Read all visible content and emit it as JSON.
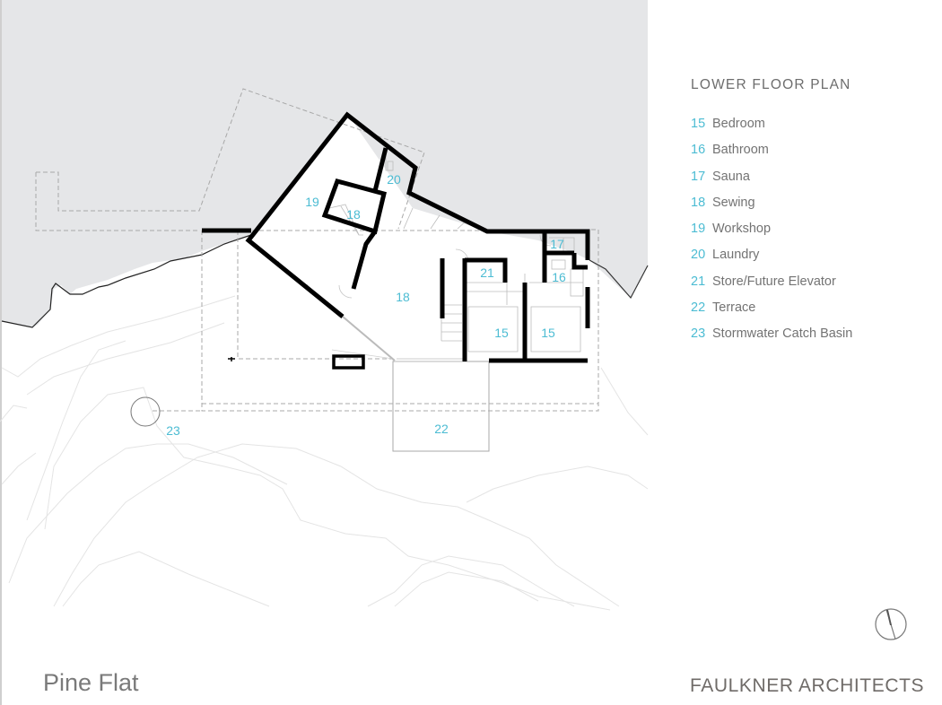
{
  "drawing": {
    "title": "LOWER FLOOR PLAN",
    "project": "Pine Flat",
    "firm": "FAULKNER ARCHITECTS",
    "colors": {
      "label_accent": "#4cbcd3",
      "legend_text": "#737373",
      "ground_fill": "#e5e6e8",
      "wall": "#000000",
      "dashed_outline": "#a8a8a8",
      "contour": "#e2e2e2"
    }
  },
  "legend": {
    "items": [
      {
        "num": "15",
        "name": "Bedroom"
      },
      {
        "num": "16",
        "name": "Bathroom"
      },
      {
        "num": "17",
        "name": "Sauna"
      },
      {
        "num": "18",
        "name": "Sewing"
      },
      {
        "num": "19",
        "name": "Workshop"
      },
      {
        "num": "20",
        "name": "Laundry"
      },
      {
        "num": "21",
        "name": "Store/Future Elevator"
      },
      {
        "num": "22",
        "name": "Terrace"
      },
      {
        "num": "23",
        "name": "Stormwater Catch Basin"
      }
    ]
  },
  "plan_labels": {
    "workshop": "19",
    "sewing_small": "18",
    "laundry": "20",
    "sewing_main": "18",
    "store": "21",
    "sauna": "17",
    "bathroom": "16",
    "bedroom_a": "15",
    "bedroom_b": "15",
    "terrace": "22",
    "catch_basin": "23"
  },
  "north_arrow": {
    "icon": "north-arrow-icon"
  }
}
